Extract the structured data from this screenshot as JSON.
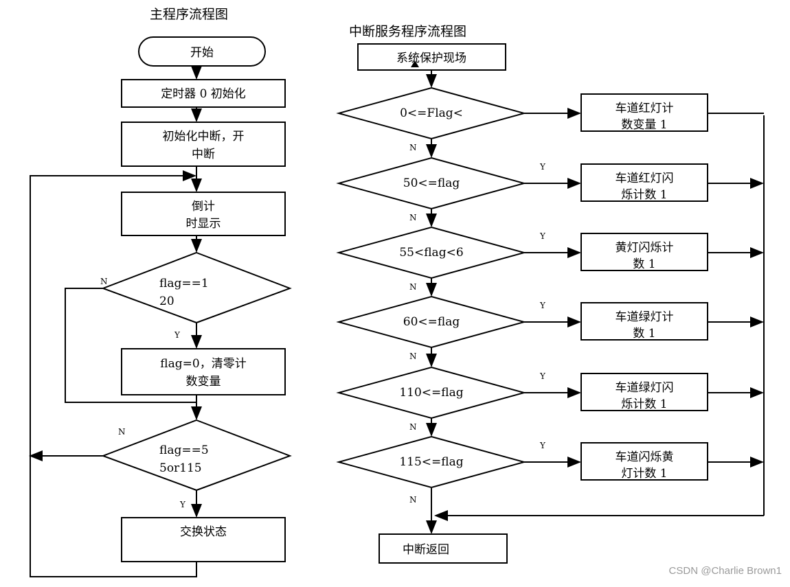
{
  "main": {
    "title": "主程序流程图",
    "start": "开始",
    "timer_init": "定时器 0 初始化",
    "int_init": [
      "初始化中断，开",
      "中断"
    ],
    "countdown": [
      "倒计",
      "时显示"
    ],
    "cond1": [
      "flag==1",
      "20"
    ],
    "clear": [
      "flag=0，清零计",
      "数变量"
    ],
    "cond2": [
      "flag==5",
      "5or115"
    ],
    "swap": "交换状态",
    "yes": "Y",
    "no": "N"
  },
  "isr": {
    "title": "中断服务程序流程图",
    "save": "系统保护现场",
    "conditions": [
      "0<=Flag<",
      "50<=flag",
      "55<flag<6",
      "60<=flag",
      "110<=flag",
      "115<=flag"
    ],
    "actions": [
      [
        "车道红灯计",
        "数变量 1"
      ],
      [
        "车道红灯闪",
        "烁计数 1"
      ],
      [
        "黄灯闪烁计",
        "数 1"
      ],
      [
        "车道绿灯计",
        "数 1"
      ],
      [
        "车道绿灯闪",
        "烁计数 1"
      ],
      [
        "车道闪烁黄",
        "灯计数 1"
      ]
    ],
    "return": "中断返回",
    "yes": "Y",
    "no": "N"
  },
  "watermark": "CSDN @Charlie Brown1"
}
